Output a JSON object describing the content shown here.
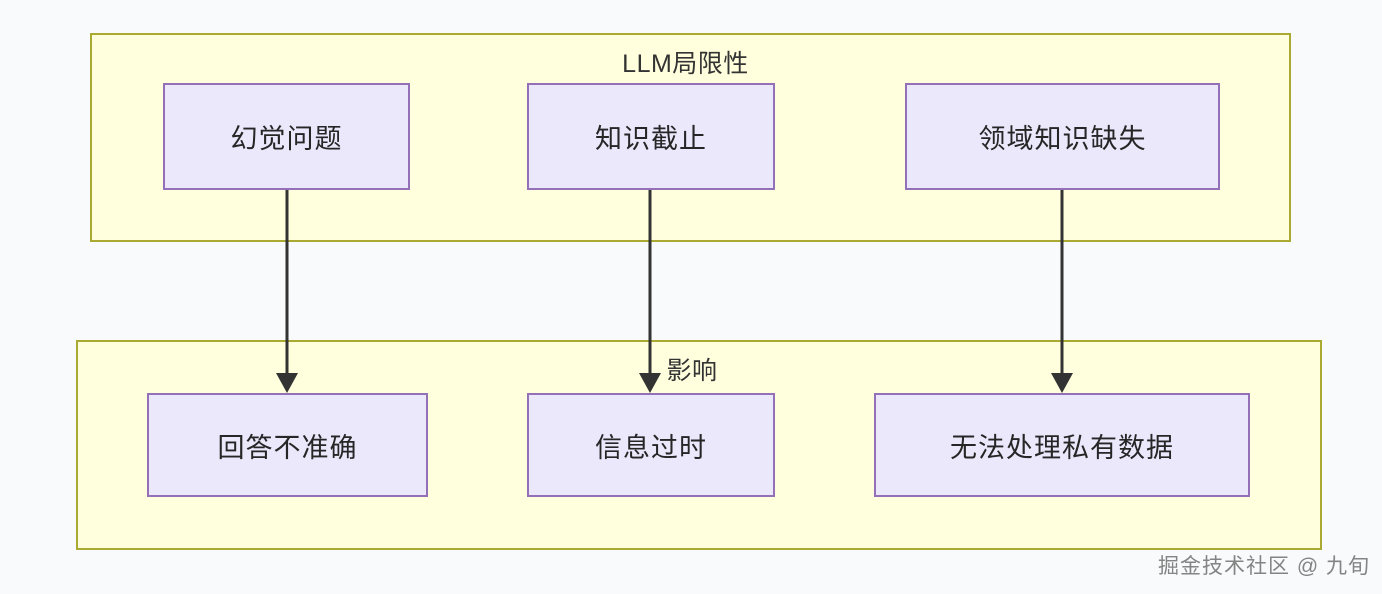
{
  "diagram": {
    "title_hidden": "",
    "background_color": "#f9fafb",
    "subgraphs": [
      {
        "id": "llm-limitations",
        "title": "LLM局限性",
        "fill_color": "#ffffde",
        "border_color": "#aaaa33",
        "nodes": [
          {
            "id": "hallucination",
            "label": "幻觉问题"
          },
          {
            "id": "knowledge-cutoff",
            "label": "知识截止"
          },
          {
            "id": "domain-gap",
            "label": "领域知识缺失"
          }
        ]
      },
      {
        "id": "impact",
        "title": "影响",
        "fill_color": "#ffffde",
        "border_color": "#aaaa33",
        "nodes": [
          {
            "id": "inaccurate-answer",
            "label": "回答不准确"
          },
          {
            "id": "outdated-info",
            "label": "信息过时"
          },
          {
            "id": "private-data",
            "label": "无法处理私有数据"
          }
        ]
      }
    ],
    "node_style": {
      "fill_color": "#ebe8fc",
      "border_color": "#9370b8",
      "text_color": "#262626"
    },
    "edges": [
      {
        "id": "edge-1",
        "from": "幻觉问题",
        "to": "回答不准确",
        "label": "",
        "color": "#333333"
      },
      {
        "id": "edge-2",
        "from": "知识截止",
        "to": "信息过时",
        "label": "",
        "color": "#333333"
      },
      {
        "id": "edge-3",
        "from": "领域知识缺失",
        "to": "无法处理私有数据",
        "label": "",
        "color": "#333333"
      }
    ]
  },
  "watermark": {
    "text": "掘金技术社区 @ 九旬",
    "color": "#7e7e7e"
  }
}
